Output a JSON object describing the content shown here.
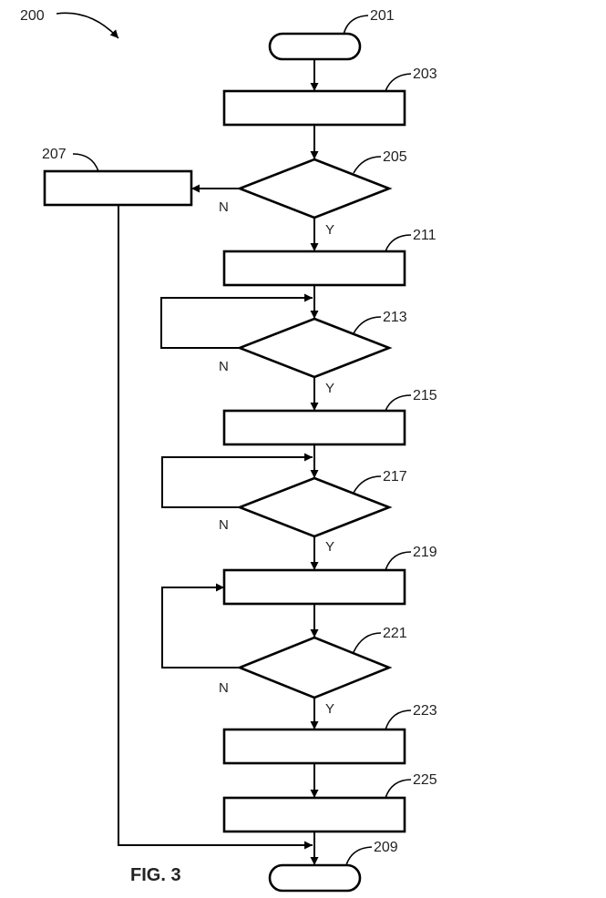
{
  "figure": {
    "caption": "FIG. 3",
    "reference": "200"
  },
  "nodes": {
    "n201": {
      "ref": "201",
      "shape": "terminal"
    },
    "n203": {
      "ref": "203",
      "shape": "process"
    },
    "n205": {
      "ref": "205",
      "shape": "decision"
    },
    "n207": {
      "ref": "207",
      "shape": "process"
    },
    "n211": {
      "ref": "211",
      "shape": "process"
    },
    "n213": {
      "ref": "213",
      "shape": "decision"
    },
    "n215": {
      "ref": "215",
      "shape": "process"
    },
    "n217": {
      "ref": "217",
      "shape": "decision"
    },
    "n219": {
      "ref": "219",
      "shape": "process"
    },
    "n221": {
      "ref": "221",
      "shape": "decision"
    },
    "n223": {
      "ref": "223",
      "shape": "process"
    },
    "n225": {
      "ref": "225",
      "shape": "process"
    },
    "n209": {
      "ref": "209",
      "shape": "terminal"
    }
  },
  "edges": [
    {
      "from": "201",
      "to": "203",
      "label": ""
    },
    {
      "from": "203",
      "to": "205",
      "label": ""
    },
    {
      "from": "205",
      "to": "207",
      "label": "N"
    },
    {
      "from": "205",
      "to": "211",
      "label": "Y"
    },
    {
      "from": "211",
      "to": "213",
      "label": ""
    },
    {
      "from": "213",
      "to": "213",
      "label": "N"
    },
    {
      "from": "213",
      "to": "215",
      "label": "Y"
    },
    {
      "from": "215",
      "to": "217",
      "label": ""
    },
    {
      "from": "217",
      "to": "217",
      "label": "N"
    },
    {
      "from": "217",
      "to": "219",
      "label": "Y"
    },
    {
      "from": "219",
      "to": "221",
      "label": ""
    },
    {
      "from": "221",
      "to": "219",
      "label": "N"
    },
    {
      "from": "221",
      "to": "223",
      "label": "Y"
    },
    {
      "from": "223",
      "to": "225",
      "label": ""
    },
    {
      "from": "225",
      "to": "209",
      "label": ""
    },
    {
      "from": "207",
      "to": "209",
      "label": ""
    }
  ],
  "branch_labels": {
    "yes": "Y",
    "no": "N"
  }
}
